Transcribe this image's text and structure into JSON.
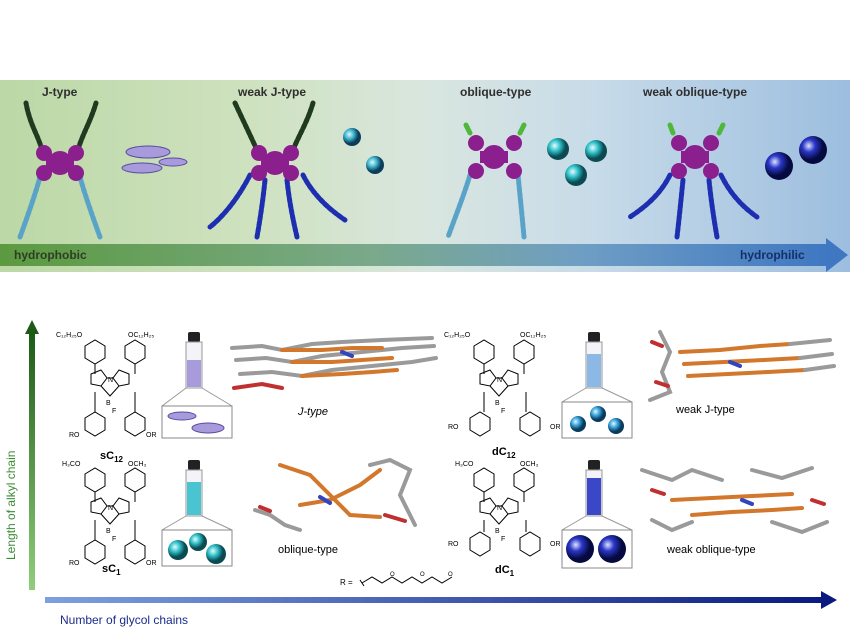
{
  "banner": {
    "titles": [
      "J-type",
      "weak J-type",
      "oblique-type",
      "weak oblique-type"
    ],
    "arrow_left": "hydrophobic",
    "arrow_right": "hydrophilic"
  },
  "axes": {
    "y_label": "Length of alkyl chain",
    "x_label": "Number of glycol chains"
  },
  "molecules": {
    "sC12": {
      "name": "sC",
      "sub": "12",
      "sub_top": "C₁₂H₂₅O",
      "sub_top2": "OC₁₂H₂₅",
      "sub_bot": "RO",
      "sub_bot2": "OR",
      "aggregate": "J-type"
    },
    "dC12": {
      "name": "dC",
      "sub": "12",
      "sub_top": "C₁₂H₂₅O",
      "sub_top2": "OC₁₂H₂₅",
      "sub_bot": "RO",
      "sub_bot2": "OR",
      "aggregate": "weak J-type"
    },
    "sC1": {
      "name": "sC",
      "sub": "1",
      "sub_top": "H₃CO",
      "sub_top2": "OCH₃",
      "sub_bot": "RO",
      "sub_bot2": "OR",
      "aggregate": "oblique-type"
    },
    "dC1": {
      "name": "dC",
      "sub": "1",
      "sub_top": "H₃CO",
      "sub_top2": "OCH₃",
      "sub_bot": "RO",
      "sub_bot2": "OR",
      "aggregate": "weak oblique-type"
    }
  },
  "core_atoms": {
    "n": "N",
    "b": "B",
    "f": "F"
  },
  "r_group": "R =",
  "colors": {
    "porphyrin": "#8b1f8e",
    "alkyl_chain": "#1f3a1f",
    "glycol_chain": "#1d2fb0",
    "short_chain": "#5aa3c8",
    "methyl": "#4fb83a",
    "vial_violet": "#a89bdc",
    "vial_cyan": "#4bc4d2",
    "vial_blue": "#3a47c8",
    "stick_orange": "#d2772c"
  }
}
